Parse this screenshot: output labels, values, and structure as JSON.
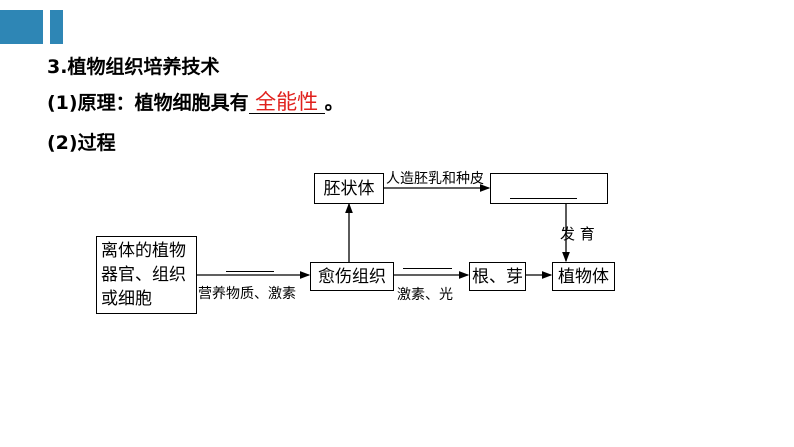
{
  "heading": "3.植物组织培养技术",
  "principle": {
    "prefix": "(1)原理：植物细胞具有",
    "answer": "全能性",
    "suffix": "。",
    "answer_color": "#e0201c"
  },
  "process_title": "(2)过程",
  "diagram": {
    "explant": "离体的植物器官、组织或细胞",
    "callus": "愈伤组织",
    "embryoid": "胚状体",
    "roots_shoots": "根、芽",
    "plant": "植物体",
    "label_nutrients": "营养物质、激素",
    "label_hormones_light": "激素、光",
    "label_artificial": "人造胚乳和种皮",
    "label_develop": "发 育"
  }
}
